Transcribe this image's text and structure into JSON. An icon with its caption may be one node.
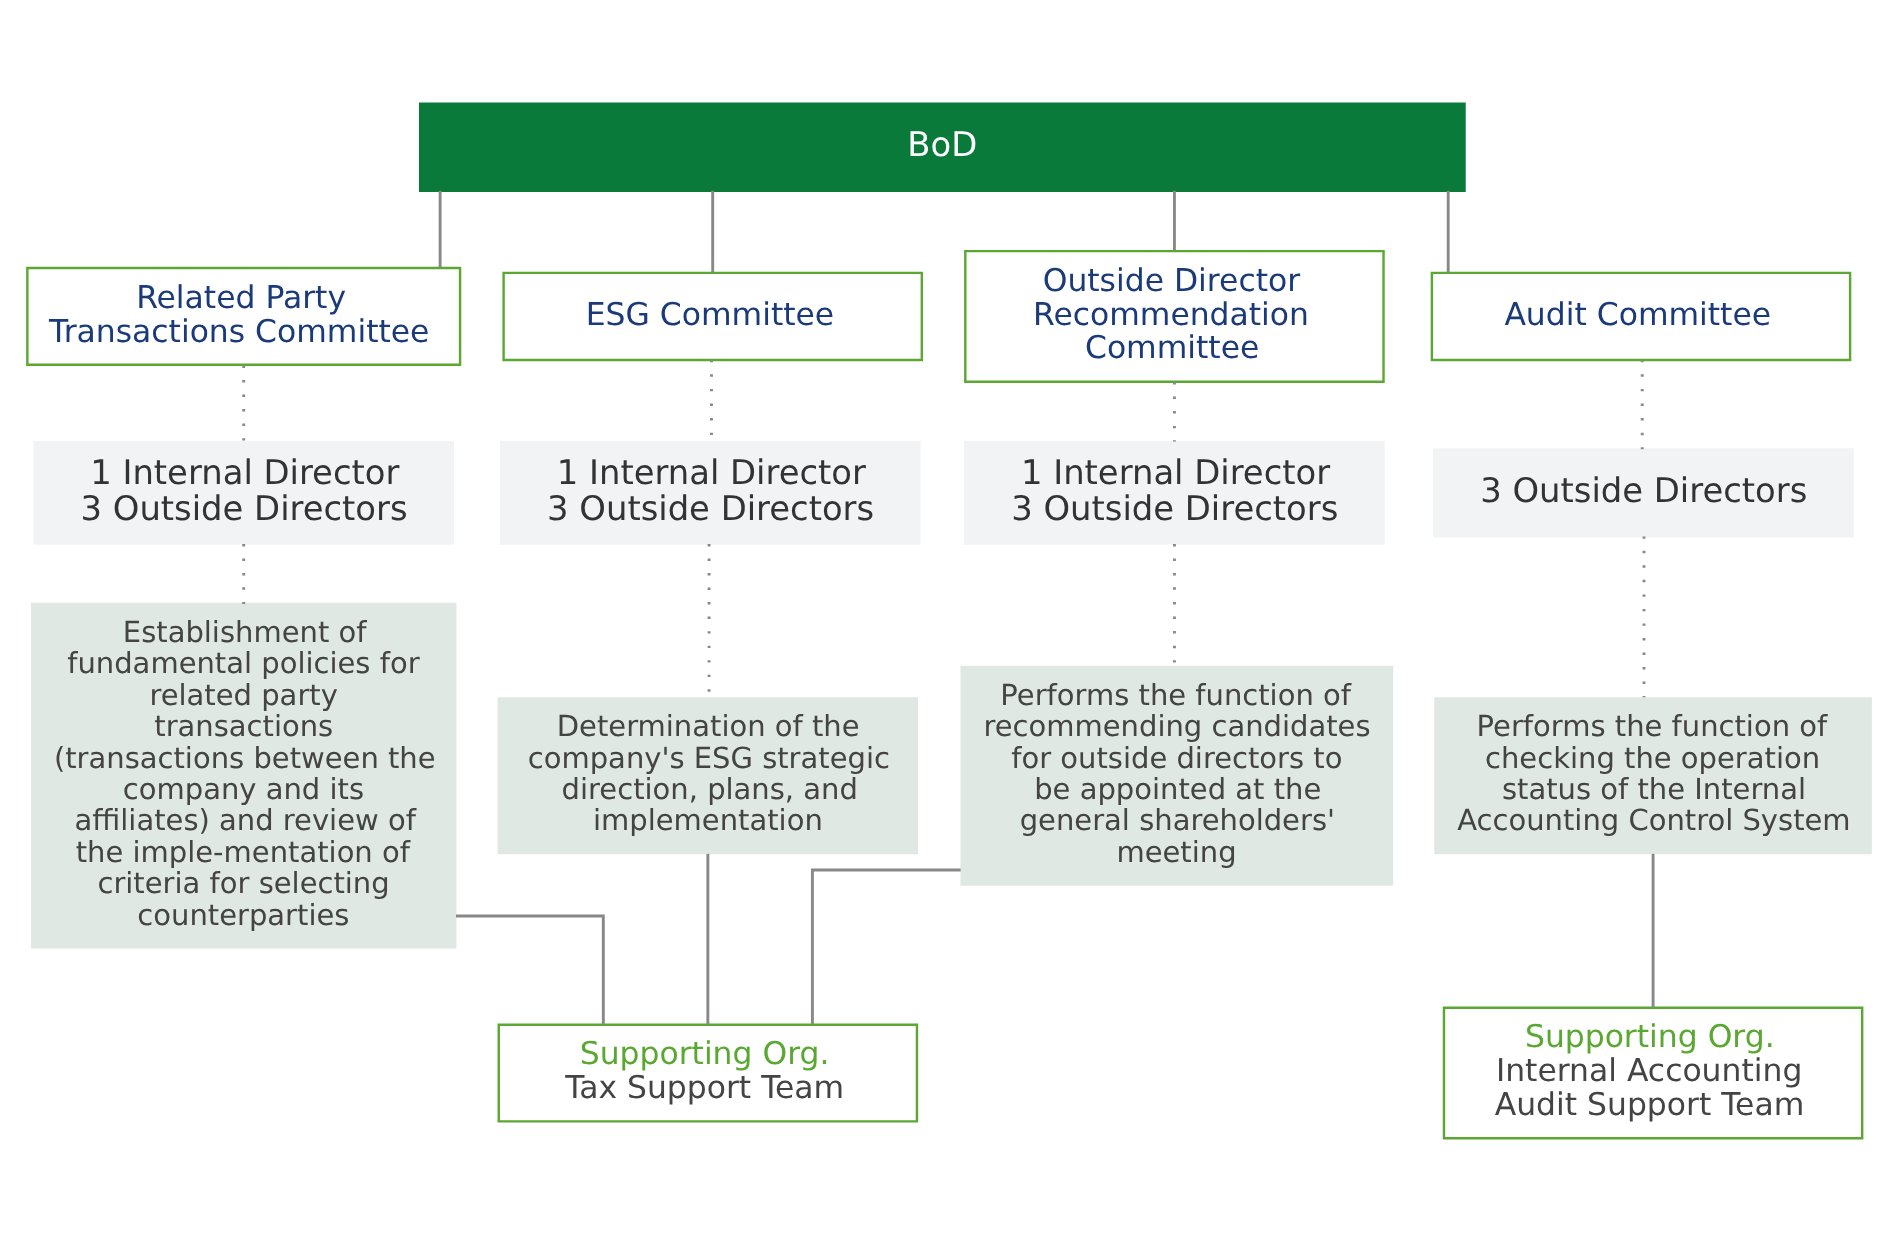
{
  "diagram": {
    "nodes": [
      {
        "text": [
          "BoD"
        ]
      },
      {
        "text": [
          "Related Party Transactions Committee"
        ]
      },
      {
        "text": [
          "ESG Committee"
        ]
      },
      {
        "text": [
          "Outside Director Recommendation Committee"
        ]
      },
      {
        "text": [
          "Audit Committee"
        ]
      },
      {
        "text": [
          "1 Internal Director",
          "3 Outside Directors"
        ]
      },
      {
        "text": [
          "1 Internal Director",
          "3 Outside Directors"
        ]
      },
      {
        "text": [
          "1 Internal Director",
          "3 Outside Directors"
        ]
      },
      {
        "text": [
          "3 Outside Directors"
        ]
      },
      {
        "text": [
          "Establishment of fundamental policies for related party transactions (transactions between the company and its affiliates) and review of the imple-mentation of criteria for selecting counterparties"
        ]
      },
      {
        "text": [
          "Determination of the company's ESG strategic direction, plans, and implementation"
        ]
      },
      {
        "text": [
          "Performs the function of recommending candidates for outside directors to be appointed at the general shareholders' meeting"
        ]
      },
      {
        "text": [
          "Performs the function of checking the operation status of the Internal Accounting Control System"
        ]
      },
      {
        "text": [
          "Supporting Org.",
          "Tax Support Team"
        ]
      },
      {
        "text": [
          "Supporting Org.",
          "Internal Accounting Audit Support Team"
        ]
      }
    ],
    "edges": [
      {
        "from": 0,
        "to": 1,
        "arrow": "none"
      },
      {
        "from": 0,
        "to": 2,
        "arrow": "none"
      },
      {
        "from": 0,
        "to": 3,
        "arrow": "none"
      },
      {
        "from": 0,
        "to": 4,
        "arrow": "none"
      },
      {
        "from": 1,
        "to": 5,
        "arrow": "none",
        "style": "dashed"
      },
      {
        "from": 2,
        "to": 6,
        "arrow": "none",
        "style": "dashed"
      },
      {
        "from": 3,
        "to": 7,
        "arrow": "none",
        "style": "dashed"
      },
      {
        "from": 4,
        "to": 8,
        "arrow": "none",
        "style": "dashed"
      },
      {
        "from": 5,
        "to": 9,
        "arrow": "none",
        "style": "dashed"
      },
      {
        "from": 6,
        "to": 10,
        "arrow": "none",
        "style": "dashed"
      },
      {
        "from": 7,
        "to": 11,
        "arrow": "none",
        "style": "dashed"
      },
      {
        "from": 8,
        "to": 12,
        "arrow": "none",
        "style": "dashed"
      },
      {
        "from": 9,
        "to": 13,
        "arrow": "none"
      },
      {
        "from": 10,
        "to": 13,
        "arrow": "none"
      },
      {
        "from": 11,
        "to": 13,
        "arrow": "none"
      },
      {
        "from": 12,
        "to": 14,
        "arrow": "none"
      }
    ]
  }
}
